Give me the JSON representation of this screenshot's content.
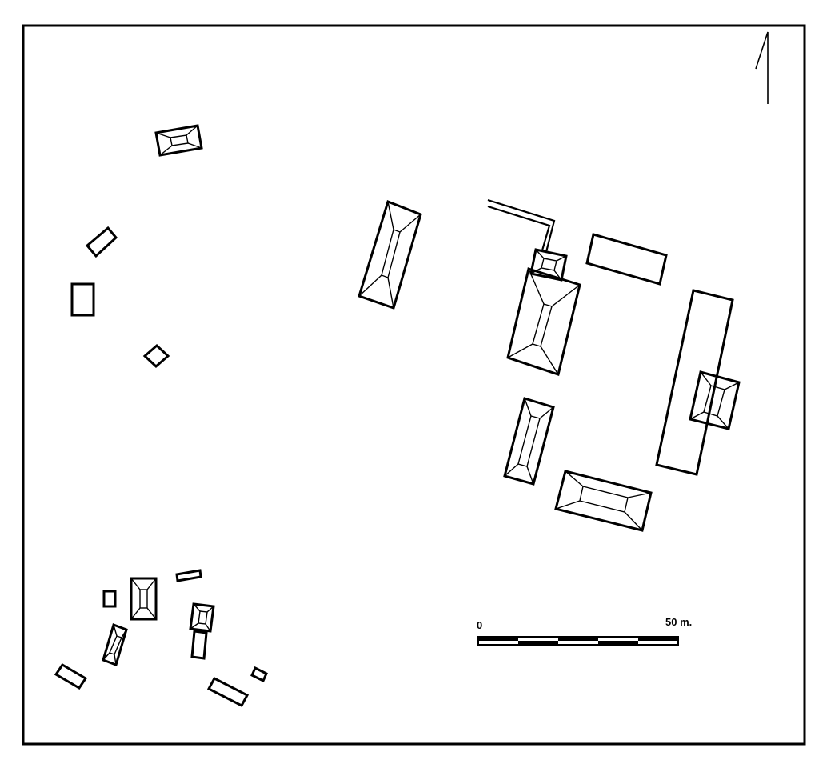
{
  "scale_bar": {
    "label_start": "0",
    "label_end": "50 m.",
    "segments": 5
  },
  "colors": {
    "ink": "#000000",
    "paper": "#ffffff"
  },
  "icons": {
    "north": "north-arrow-icon"
  }
}
